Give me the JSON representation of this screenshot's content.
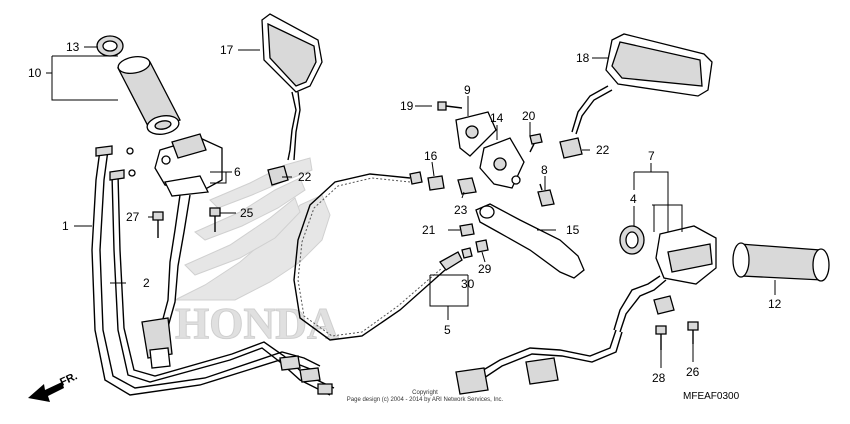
{
  "callouts": [
    {
      "id": "c1",
      "text": "1"
    },
    {
      "id": "c2",
      "text": "2"
    },
    {
      "id": "c4",
      "text": "4"
    },
    {
      "id": "c5",
      "text": "5"
    },
    {
      "id": "c6",
      "text": "6"
    },
    {
      "id": "c7",
      "text": "7"
    },
    {
      "id": "c8",
      "text": "8"
    },
    {
      "id": "c9",
      "text": "9"
    },
    {
      "id": "c10",
      "text": "10"
    },
    {
      "id": "c12",
      "text": "12"
    },
    {
      "id": "c13",
      "text": "13"
    },
    {
      "id": "c14",
      "text": "14"
    },
    {
      "id": "c15",
      "text": "15"
    },
    {
      "id": "c16",
      "text": "16"
    },
    {
      "id": "c17",
      "text": "17"
    },
    {
      "id": "c18",
      "text": "18"
    },
    {
      "id": "c19",
      "text": "19"
    },
    {
      "id": "c20",
      "text": "20"
    },
    {
      "id": "c21",
      "text": "21"
    },
    {
      "id": "c22a",
      "text": "22"
    },
    {
      "id": "c22b",
      "text": "22"
    },
    {
      "id": "c23",
      "text": "23"
    },
    {
      "id": "c25",
      "text": "25"
    },
    {
      "id": "c26",
      "text": "26"
    },
    {
      "id": "c27",
      "text": "27"
    },
    {
      "id": "c28",
      "text": "28"
    },
    {
      "id": "c29",
      "text": "29"
    },
    {
      "id": "c30",
      "text": "30"
    }
  ],
  "direction_label": "FR.",
  "watermark_text": "HONDA",
  "copyright_line1": "Copyright",
  "copyright_line2": "Page design (c) 2004 - 2014 by ARI Network Services, Inc.",
  "diagram_code": "MFEAF0300"
}
